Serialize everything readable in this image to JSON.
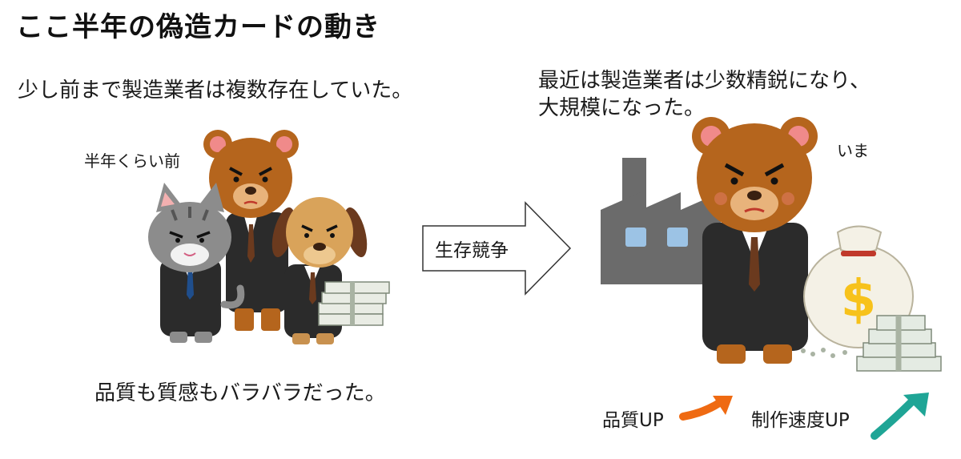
{
  "title": "ここ半年の偽造カードの動き",
  "left": {
    "description": "少し前まで製造業者は複数存在していた。",
    "time_label": "半年くらい前",
    "caption": "品質も質感もバラバラだった。"
  },
  "arrow": {
    "label": "生存競争"
  },
  "right": {
    "description_line1": "最近は製造業者は少数精鋭になり、",
    "description_line2": "大規模になった。",
    "time_label": "いま",
    "quality_label": "品質UP",
    "speed_label": "制作速度UP",
    "money_symbol": "$"
  },
  "colors": {
    "bear_brown": "#b5651d",
    "suit": "#2b2b2b",
    "factory": "#6b6b6b",
    "window": "#9cc3e5",
    "arrow_orange": "#ef6a12",
    "arrow_teal": "#1fa596",
    "dollar_yellow": "#f7c21b"
  }
}
